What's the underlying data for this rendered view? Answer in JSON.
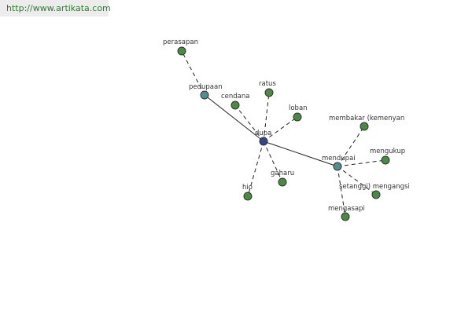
{
  "header": {
    "url": "http://www.artikata.com"
  },
  "colors": {
    "central": "#33478a",
    "hub": "#4f8f8f",
    "leaf": "#4a8a45",
    "edge": "#222222",
    "url_text": "#2f7a2f"
  },
  "graph": {
    "nodes": [
      {
        "id": "dupa",
        "label": "dupa",
        "kind": "central"
      },
      {
        "id": "pedupaan",
        "label": "pedupaan",
        "kind": "hub"
      },
      {
        "id": "mendupai",
        "label": "mendupai",
        "kind": "hub"
      },
      {
        "id": "perasapan",
        "label": "perasapan",
        "kind": "leaf"
      },
      {
        "id": "cendana",
        "label": "cendana",
        "kind": "leaf"
      },
      {
        "id": "ratus",
        "label": "ratus",
        "kind": "leaf"
      },
      {
        "id": "loban",
        "label": "loban",
        "kind": "leaf"
      },
      {
        "id": "gaharu",
        "label": "gaharu",
        "kind": "leaf"
      },
      {
        "id": "hio",
        "label": "hio",
        "kind": "leaf"
      },
      {
        "id": "membakar",
        "label": "membakar (kemenyan",
        "kind": "leaf"
      },
      {
        "id": "mengukup",
        "label": "mengukup",
        "kind": "leaf"
      },
      {
        "id": "setanggi",
        "label": "setanggi) mengangsi",
        "kind": "leaf"
      },
      {
        "id": "mengasapi",
        "label": "mengasapi",
        "kind": "leaf"
      }
    ],
    "edges": [
      {
        "from": "dupa",
        "to": "pedupaan",
        "style": "solid"
      },
      {
        "from": "dupa",
        "to": "mendupai",
        "style": "solid"
      },
      {
        "from": "pedupaan",
        "to": "perasapan",
        "style": "dashed"
      },
      {
        "from": "dupa",
        "to": "cendana",
        "style": "dashed"
      },
      {
        "from": "dupa",
        "to": "ratus",
        "style": "dashed"
      },
      {
        "from": "dupa",
        "to": "loban",
        "style": "dashed"
      },
      {
        "from": "dupa",
        "to": "gaharu",
        "style": "dashed"
      },
      {
        "from": "dupa",
        "to": "hio",
        "style": "dashed"
      },
      {
        "from": "mendupai",
        "to": "membakar",
        "style": "dashed"
      },
      {
        "from": "mendupai",
        "to": "mengukup",
        "style": "dashed"
      },
      {
        "from": "mendupai",
        "to": "setanggi",
        "style": "dashed"
      },
      {
        "from": "mendupai",
        "to": "mengasapi",
        "style": "dashed"
      }
    ]
  }
}
